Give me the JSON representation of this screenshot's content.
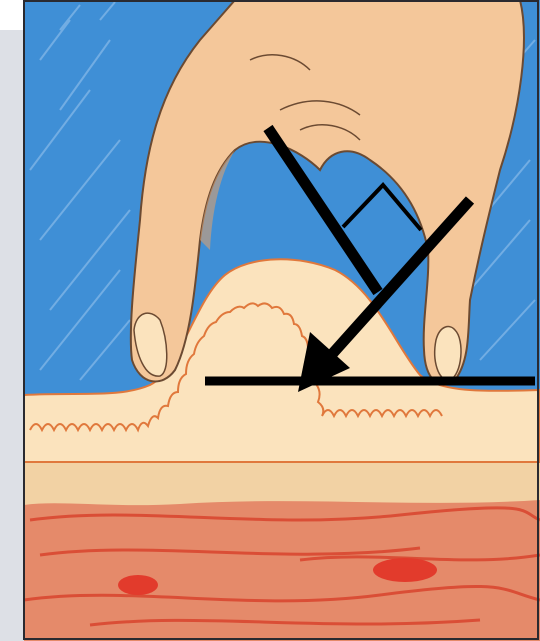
{
  "figure": {
    "description_labels": [],
    "colors": {
      "page_background": "#ffffff",
      "left_margin": "#dde0e6",
      "frame": "#2a2a30",
      "sky": "#3f8fd6",
      "sky_streak": "#9cc6ee",
      "skin": "#f4c79a",
      "skin_shadow": "#d9a070",
      "skin_outline": "#6b4a32",
      "epidermis": "#f6d8b0",
      "dermal_outline": "#e0783c",
      "dermis": "#fbe3bd",
      "subcutis_band": "#f2d2a4",
      "muscle": "#e58a6a",
      "muscle_streak": "#d8402a",
      "vessel": "#e23b2c",
      "arrow": "#000000"
    },
    "icons": [
      "pinching-fingers",
      "skin-fold",
      "right-angle-marker",
      "direction-arrow",
      "baseline"
    ]
  }
}
